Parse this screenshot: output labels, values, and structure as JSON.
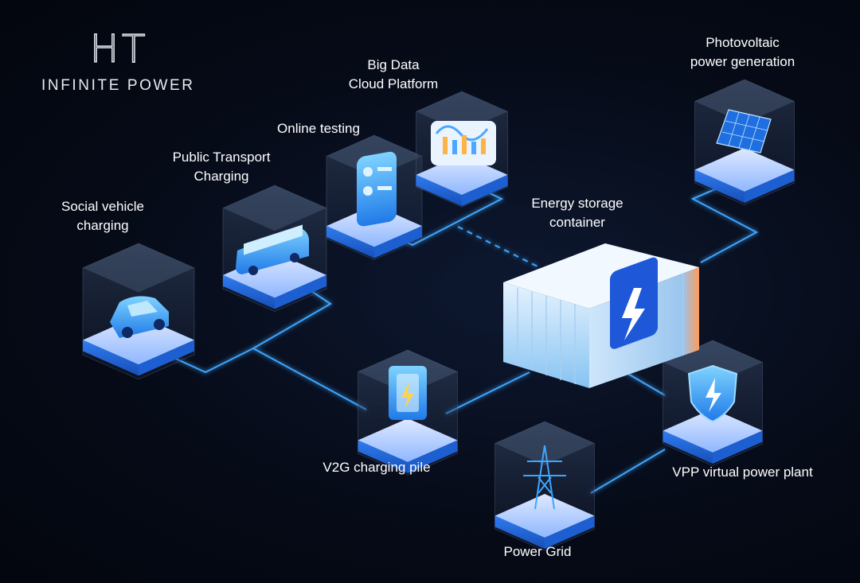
{
  "brand": {
    "mark": "HT",
    "tagline": "INFINITE POWER"
  },
  "nodes": {
    "social_vehicle": "Social vehicle\ncharging",
    "public_transport": "Public Transport\nCharging",
    "online_testing": "Online testing",
    "big_data": "Big Data\nCloud Platform",
    "photovoltaic": "Photovoltaic\npower generation",
    "energy_storage": "Energy storage\ncontainer",
    "v2g": "V2G charging pile",
    "vpp": "VPP virtual power plant",
    "power_grid": "Power Grid"
  },
  "colors": {
    "background": "#060b18",
    "link": "#3ea6ff",
    "platform": "#3b8cf5",
    "accent_orange": "#ff8a3d"
  },
  "icons": [
    "car-icon",
    "bus-icon",
    "phone-icon",
    "chart-icon",
    "solar-panel-icon",
    "container-icon",
    "battery-icon",
    "shield-bolt-icon",
    "tower-icon"
  ]
}
